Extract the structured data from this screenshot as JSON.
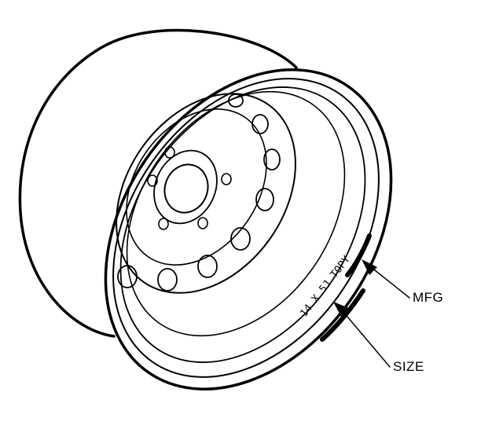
{
  "diagram": {
    "rim_stamp": "14 X 5J TOPY",
    "callouts": {
      "mfg": "MFG",
      "size": "SIZE"
    }
  },
  "colors": {
    "line": "#000000",
    "background": "#ffffff"
  }
}
